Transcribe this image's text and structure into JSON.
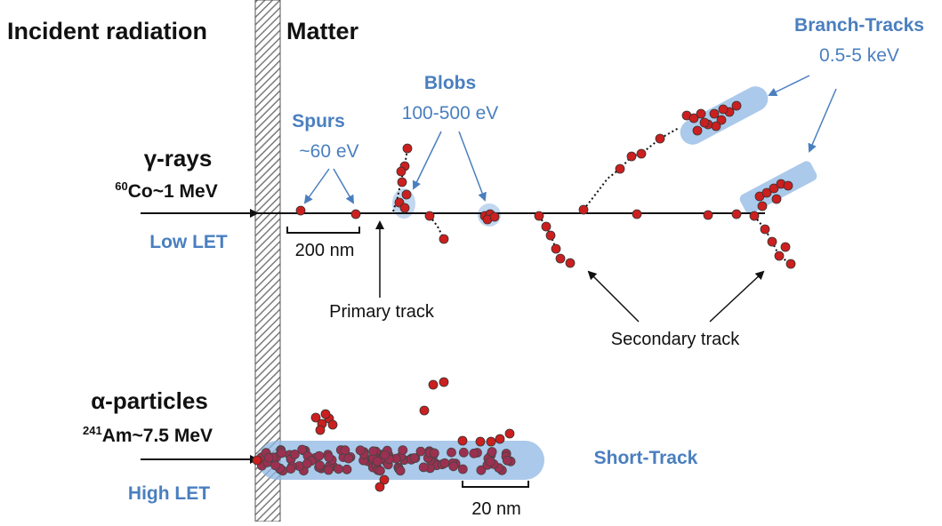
{
  "labels": {
    "incident": "Incident radiation",
    "matter": "Matter",
    "gamma_name": "γ-rays",
    "gamma_iso_sup": "60",
    "gamma_iso_rest": "Co~1 MeV",
    "low_let": "Low LET",
    "spurs": "Spurs",
    "spurs_energy": "~60 eV",
    "blobs": "Blobs",
    "blobs_energy": "100-500 eV",
    "branch": "Branch-Tracks",
    "branch_energy": "0.5-5 keV",
    "scale_gamma": "200 nm",
    "primary": "Primary track",
    "secondary": "Secondary track",
    "alpha_name": "α-particles",
    "alpha_iso_sup": "241",
    "alpha_iso_rest": "Am~7.5 MeV",
    "high_let": "High LET",
    "short_track": "Short-Track",
    "scale_alpha": "20 nm"
  },
  "colors": {
    "label_blue": "#4a7fbf",
    "dot_fill": "#cc1f1f",
    "dot_fill_alpha": "#9c3050",
    "highlight": "#8fb7e3",
    "wall_hatch": "#7a7a7a"
  }
}
